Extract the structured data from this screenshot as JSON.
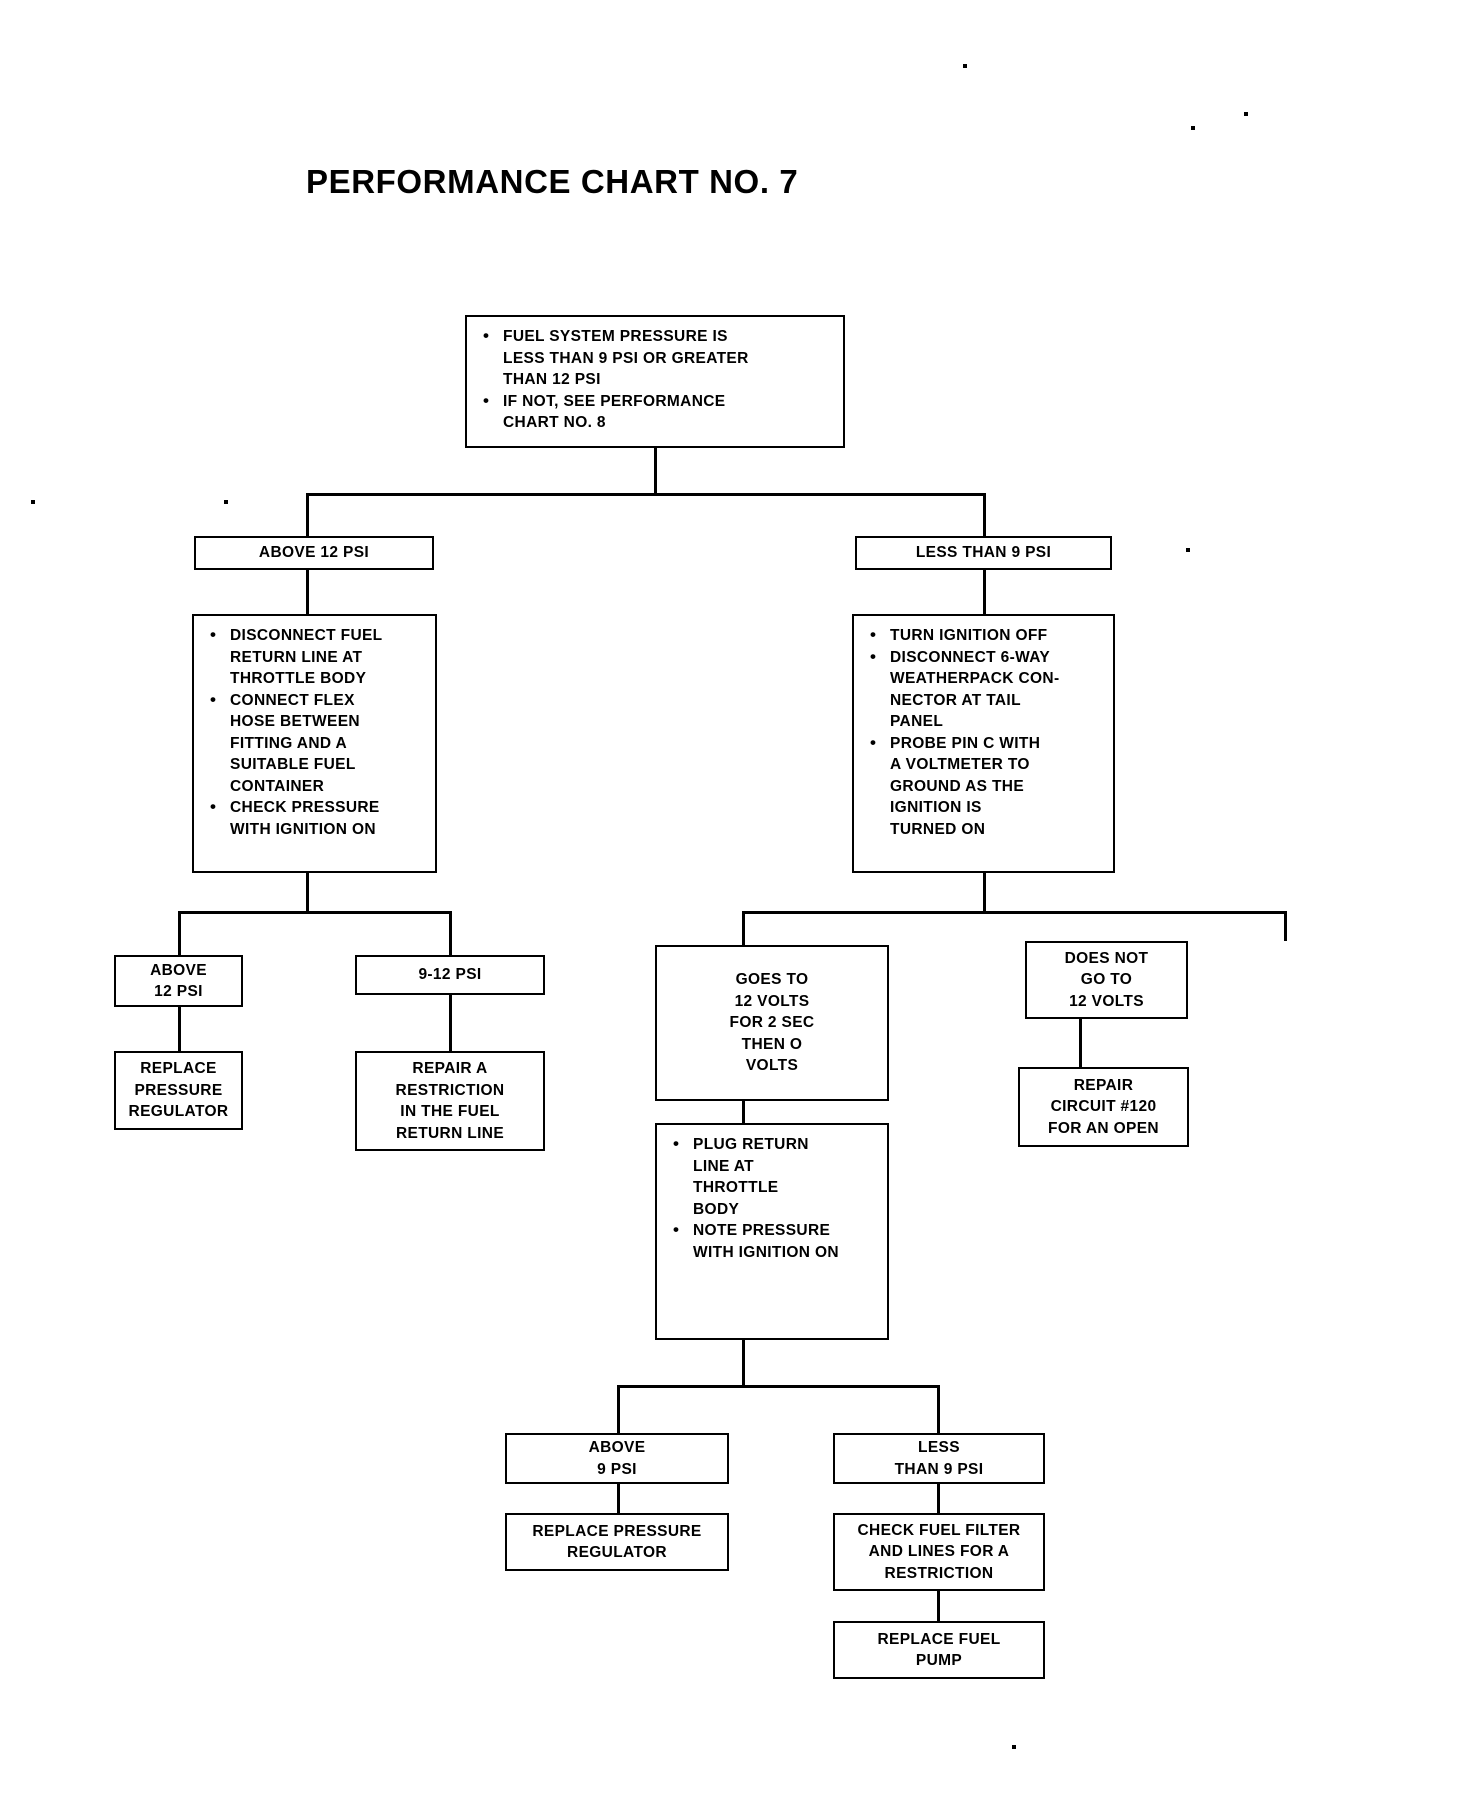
{
  "document": {
    "title": "PERFORMANCE CHART NO. 7"
  },
  "chart_data": {
    "type": "diagram",
    "subtype": "flowchart",
    "title": "PERFORMANCE CHART NO. 7",
    "description": "Fuel system pressure diagnostic decision tree",
    "nodes": [
      {
        "id": "start",
        "kind": "condition",
        "bullets": [
          [
            "FUEL SYSTEM PRESSURE IS",
            "LESS THAN 9 PSI OR GREATER",
            "THAN 12 PSI"
          ],
          [
            "IF NOT, SEE  PERFORMANCE",
            "CHART NO. 8"
          ]
        ]
      },
      {
        "id": "above12",
        "kind": "branch-label",
        "lines": [
          "ABOVE 12 PSI"
        ]
      },
      {
        "id": "less9",
        "kind": "branch-label",
        "lines": [
          "LESS THAN 9 PSI"
        ]
      },
      {
        "id": "left-proc",
        "kind": "procedure",
        "bullets": [
          [
            "DISCONNECT FUEL",
            "RETURN LINE AT",
            "THROTTLE BODY"
          ],
          [
            "CONNECT FLEX",
            "HOSE BETWEEN",
            "FITTING AND A",
            "SUITABLE FUEL",
            "CONTAINER"
          ],
          [
            "CHECK PRESSURE",
            "WITH IGNITION ON"
          ]
        ]
      },
      {
        "id": "right-proc",
        "kind": "procedure",
        "bullets": [
          [
            "TURN IGNITION OFF"
          ],
          [
            "DISCONNECT 6-WAY",
            "WEATHERPACK CON-",
            "NECTOR AT TAIL",
            "PANEL"
          ],
          [
            "PROBE PIN C WITH",
            "A VOLTMETER TO",
            "GROUND AS THE",
            "IGNITION IS",
            "TURNED ON"
          ]
        ]
      },
      {
        "id": "res-above12",
        "kind": "result",
        "lines": [
          "ABOVE",
          "12 PSI"
        ]
      },
      {
        "id": "res-9to12",
        "kind": "result",
        "lines": [
          "9-12 PSI"
        ]
      },
      {
        "id": "act-replreg1",
        "kind": "action",
        "lines": [
          "REPLACE",
          "PRESSURE",
          "REGULATOR"
        ]
      },
      {
        "id": "act-repair-restr",
        "kind": "action",
        "lines": [
          "REPAIR A",
          "RESTRICTION",
          "IN THE FUEL",
          "RETURN LINE"
        ]
      },
      {
        "id": "res-goes12v",
        "kind": "result",
        "lines": [
          "GOES TO",
          "12 VOLTS",
          "FOR 2 SEC",
          "THEN O",
          "VOLTS"
        ]
      },
      {
        "id": "res-no12v",
        "kind": "result",
        "lines": [
          "DOES NOT",
          "GO TO",
          "12 VOLTS"
        ]
      },
      {
        "id": "act-repair-circ",
        "kind": "action",
        "lines": [
          "REPAIR",
          "CIRCUIT #120",
          "FOR AN OPEN"
        ]
      },
      {
        "id": "mid-proc",
        "kind": "procedure",
        "bullets": [
          [
            "PLUG RETURN",
            "LINE AT",
            "THROTTLE",
            "BODY"
          ],
          [
            "NOTE PRESSURE",
            "WITH IGNITION ON"
          ]
        ]
      },
      {
        "id": "res-above9",
        "kind": "result",
        "lines": [
          "ABOVE",
          "9 PSI"
        ]
      },
      {
        "id": "res-less9b",
        "kind": "result",
        "lines": [
          "LESS",
          "THAN 9 PSI"
        ]
      },
      {
        "id": "act-replreg2",
        "kind": "action",
        "lines": [
          "REPLACE PRESSURE",
          "REGULATOR"
        ]
      },
      {
        "id": "act-checkfilter",
        "kind": "action",
        "lines": [
          "CHECK FUEL FILTER",
          "AND LINES FOR A",
          "RESTRICTION"
        ]
      },
      {
        "id": "act-replpump",
        "kind": "action",
        "lines": [
          "REPLACE FUEL",
          "PUMP"
        ]
      }
    ],
    "edges": [
      {
        "from": "start",
        "to": "above12"
      },
      {
        "from": "start",
        "to": "less9"
      },
      {
        "from": "above12",
        "to": "left-proc"
      },
      {
        "from": "less9",
        "to": "right-proc"
      },
      {
        "from": "left-proc",
        "to": "res-above12"
      },
      {
        "from": "left-proc",
        "to": "res-9to12"
      },
      {
        "from": "res-above12",
        "to": "act-replreg1"
      },
      {
        "from": "res-9to12",
        "to": "act-repair-restr"
      },
      {
        "from": "right-proc",
        "to": "res-goes12v"
      },
      {
        "from": "right-proc",
        "to": "res-no12v"
      },
      {
        "from": "res-no12v",
        "to": "act-repair-circ"
      },
      {
        "from": "res-goes12v",
        "to": "mid-proc"
      },
      {
        "from": "mid-proc",
        "to": "res-above9"
      },
      {
        "from": "mid-proc",
        "to": "res-less9b"
      },
      {
        "from": "res-above9",
        "to": "act-replreg2"
      },
      {
        "from": "res-less9b",
        "to": "act-checkfilter"
      },
      {
        "from": "act-checkfilter",
        "to": "act-replpump"
      }
    ]
  },
  "text": {
    "start": {
      "b1l1": "FUEL SYSTEM PRESSURE IS",
      "b1l2": "LESS THAN 9 PSI OR GREATER",
      "b1l3": "THAN 12 PSI",
      "b2l1": "IF NOT, SEE  PERFORMANCE",
      "b2l2": "CHART NO. 8"
    },
    "above12_label": "ABOVE 12 PSI",
    "less9_label": "LESS THAN 9 PSI",
    "left_proc": {
      "b1l1": "DISCONNECT FUEL",
      "b1l2": "RETURN LINE AT",
      "b1l3": "THROTTLE BODY",
      "b2l1": "CONNECT FLEX",
      "b2l2": "HOSE BETWEEN",
      "b2l3": "FITTING AND A",
      "b2l4": "SUITABLE FUEL",
      "b2l5": "CONTAINER",
      "b3l1": "CHECK PRESSURE",
      "b3l2": "WITH IGNITION ON"
    },
    "right_proc": {
      "b1l1": "TURN IGNITION OFF",
      "b2l1": "DISCONNECT 6-WAY",
      "b2l2": "WEATHERPACK CON-",
      "b2l3": "NECTOR AT TAIL",
      "b2l4": "PANEL",
      "b3l1": "PROBE PIN C WITH",
      "b3l2": "A VOLTMETER TO",
      "b3l3": "GROUND AS THE",
      "b3l4": "IGNITION IS",
      "b3l5": "TURNED ON"
    },
    "res_above12": {
      "l1": "ABOVE",
      "l2": "12 PSI"
    },
    "res_9to12": {
      "l1": "9-12 PSI"
    },
    "act_replreg1": {
      "l1": "REPLACE",
      "l2": "PRESSURE",
      "l3": "REGULATOR"
    },
    "act_repair_restr": {
      "l1": "REPAIR A",
      "l2": "RESTRICTION",
      "l3": "IN THE FUEL",
      "l4": "RETURN LINE"
    },
    "res_goes12v": {
      "l1": "GOES TO",
      "l2": "12 VOLTS",
      "l3": "FOR 2 SEC",
      "l4": "THEN O",
      "l5": "VOLTS"
    },
    "res_no12v": {
      "l1": "DOES NOT",
      "l2": "GO TO",
      "l3": "12 VOLTS"
    },
    "act_repair_circ": {
      "l1": "REPAIR",
      "l2": "CIRCUIT #120",
      "l3": "FOR AN OPEN"
    },
    "mid_proc": {
      "b1l1": "PLUG RETURN",
      "b1l2": "LINE AT",
      "b1l3": "THROTTLE",
      "b1l4": "BODY",
      "b2l1": "NOTE PRESSURE",
      "b2l2": "WITH IGNITION ON"
    },
    "res_above9": {
      "l1": "ABOVE",
      "l2": "9 PSI"
    },
    "res_less9b": {
      "l1": "LESS",
      "l2": "THAN 9 PSI"
    },
    "act_replreg2": {
      "l1": "REPLACE PRESSURE",
      "l2": "REGULATOR"
    },
    "act_checkfilter": {
      "l1": "CHECK FUEL FILTER",
      "l2": "AND LINES FOR A",
      "l3": "RESTRICTION"
    },
    "act_replpump": {
      "l1": "REPLACE FUEL",
      "l2": "PUMP"
    }
  }
}
